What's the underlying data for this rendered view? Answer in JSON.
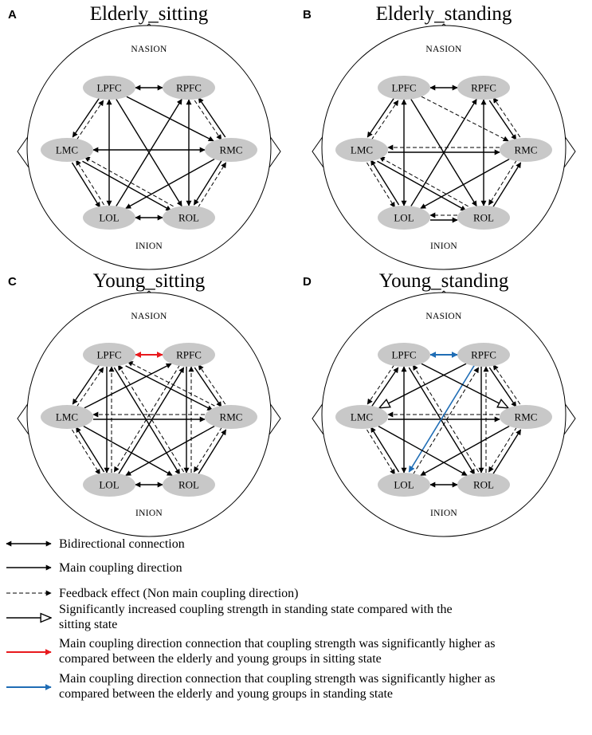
{
  "colors": {
    "node_fill": "#c8c8c8",
    "line": "#000000",
    "red": "#e8191d",
    "blue": "#1f6db5"
  },
  "head_labels": {
    "top": "NASION",
    "bottom": "INION"
  },
  "nodes": [
    "LPFC",
    "RPFC",
    "LMC",
    "RMC",
    "LOL",
    "ROL"
  ],
  "panels": [
    {
      "letter": "A",
      "title": "Elderly_sitting",
      "connections": [
        {
          "from": "LPFC",
          "to": "RPFC",
          "type": "bidirectional"
        },
        {
          "from": "LOL",
          "to": "ROL",
          "type": "bidirectional"
        },
        {
          "from": "LMC",
          "to": "RMC",
          "type": "bidirectional"
        },
        {
          "from": "LPFC",
          "to": "LOL",
          "type": "bidirectional"
        },
        {
          "from": "RPFC",
          "to": "ROL",
          "type": "bidirectional"
        },
        {
          "from": "LPFC",
          "to": "LMC",
          "type": "main"
        },
        {
          "from": "LMC",
          "to": "LPFC",
          "type": "feedback"
        },
        {
          "from": "RMC",
          "to": "RPFC",
          "type": "main"
        },
        {
          "from": "RPFC",
          "to": "RMC",
          "type": "feedback"
        },
        {
          "from": "LMC",
          "to": "LOL",
          "type": "main"
        },
        {
          "from": "LOL",
          "to": "LMC",
          "type": "feedback"
        },
        {
          "from": "RMC",
          "to": "ROL",
          "type": "main"
        },
        {
          "from": "ROL",
          "to": "RMC",
          "type": "feedback"
        },
        {
          "from": "LPFC",
          "to": "ROL",
          "type": "main"
        },
        {
          "from": "LOL",
          "to": "RPFC",
          "type": "main"
        },
        {
          "from": "LPFC",
          "to": "RMC",
          "type": "main"
        },
        {
          "from": "LMC",
          "to": "ROL",
          "type": "main"
        },
        {
          "from": "RMC",
          "to": "LOL",
          "type": "main"
        },
        {
          "from": "ROL",
          "to": "LMC",
          "type": "feedback"
        }
      ]
    },
    {
      "letter": "B",
      "title": "Elderly_standing",
      "connections": [
        {
          "from": "LPFC",
          "to": "RPFC",
          "type": "bidirectional"
        },
        {
          "from": "LMC",
          "to": "RMC",
          "type": "main"
        },
        {
          "from": "RMC",
          "to": "LMC",
          "type": "feedback"
        },
        {
          "from": "LOL",
          "to": "ROL",
          "type": "main"
        },
        {
          "from": "ROL",
          "to": "LOL",
          "type": "feedback"
        },
        {
          "from": "LPFC",
          "to": "LOL",
          "type": "bidirectional"
        },
        {
          "from": "RPFC",
          "to": "ROL",
          "type": "bidirectional"
        },
        {
          "from": "LPFC",
          "to": "LMC",
          "type": "main"
        },
        {
          "from": "LMC",
          "to": "LPFC",
          "type": "feedback"
        },
        {
          "from": "RPFC",
          "to": "RMC",
          "type": "main"
        },
        {
          "from": "RMC",
          "to": "RPFC",
          "type": "feedback"
        },
        {
          "from": "LOL",
          "to": "LMC",
          "type": "main"
        },
        {
          "from": "LMC",
          "to": "LOL",
          "type": "feedback"
        },
        {
          "from": "ROL",
          "to": "RMC",
          "type": "main"
        },
        {
          "from": "RMC",
          "to": "ROL",
          "type": "feedback"
        },
        {
          "from": "LPFC",
          "to": "ROL",
          "type": "main"
        },
        {
          "from": "LOL",
          "to": "RPFC",
          "type": "main"
        },
        {
          "from": "LPFC",
          "to": "RMC",
          "type": "feedback"
        },
        {
          "from": "LMC",
          "to": "ROL",
          "type": "main"
        },
        {
          "from": "ROL",
          "to": "LMC",
          "type": "feedback"
        },
        {
          "from": "RMC",
          "to": "LOL",
          "type": "main"
        }
      ]
    },
    {
      "letter": "C",
      "title": "Young_sitting",
      "connections": [
        {
          "from": "LPFC",
          "to": "RPFC",
          "type": "bidirectional-red"
        },
        {
          "from": "LOL",
          "to": "ROL",
          "type": "bidirectional"
        },
        {
          "from": "LMC",
          "to": "RMC",
          "type": "main"
        },
        {
          "from": "RMC",
          "to": "LMC",
          "type": "feedback"
        },
        {
          "from": "LPFC",
          "to": "LOL",
          "type": "main"
        },
        {
          "from": "LOL",
          "to": "LPFC",
          "type": "feedback"
        },
        {
          "from": "RPFC",
          "to": "ROL",
          "type": "main"
        },
        {
          "from": "ROL",
          "to": "RPFC",
          "type": "feedback"
        },
        {
          "from": "LPFC",
          "to": "LMC",
          "type": "main"
        },
        {
          "from": "LMC",
          "to": "LPFC",
          "type": "feedback"
        },
        {
          "from": "RPFC",
          "to": "RMC",
          "type": "main"
        },
        {
          "from": "RMC",
          "to": "RPFC",
          "type": "feedback"
        },
        {
          "from": "LOL",
          "to": "LMC",
          "type": "main"
        },
        {
          "from": "LMC",
          "to": "LOL",
          "type": "feedback"
        },
        {
          "from": "ROL",
          "to": "RMC",
          "type": "main"
        },
        {
          "from": "RMC",
          "to": "ROL",
          "type": "feedback"
        },
        {
          "from": "LPFC",
          "to": "ROL",
          "type": "main"
        },
        {
          "from": "ROL",
          "to": "LPFC",
          "type": "feedback"
        },
        {
          "from": "LOL",
          "to": "RPFC",
          "type": "main"
        },
        {
          "from": "RPFC",
          "to": "LOL",
          "type": "feedback"
        },
        {
          "from": "LPFC",
          "to": "RMC",
          "type": "main"
        },
        {
          "from": "RMC",
          "to": "LPFC",
          "type": "feedback"
        },
        {
          "from": "LMC",
          "to": "RPFC",
          "type": "main"
        },
        {
          "from": "LMC",
          "to": "ROL",
          "type": "main"
        },
        {
          "from": "RMC",
          "to": "LOL",
          "type": "main"
        }
      ]
    },
    {
      "letter": "D",
      "title": "Young_standing",
      "connections": [
        {
          "from": "LPFC",
          "to": "RPFC",
          "type": "bidirectional-blue"
        },
        {
          "from": "LOL",
          "to": "ROL",
          "type": "bidirectional"
        },
        {
          "from": "LMC",
          "to": "RMC",
          "type": "main"
        },
        {
          "from": "RMC",
          "to": "LMC",
          "type": "feedback"
        },
        {
          "from": "LPFC",
          "to": "LOL",
          "type": "bidirectional"
        },
        {
          "from": "RPFC",
          "to": "ROL",
          "type": "main"
        },
        {
          "from": "ROL",
          "to": "RPFC",
          "type": "feedback"
        },
        {
          "from": "LMC",
          "to": "LPFC",
          "type": "main"
        },
        {
          "from": "LPFC",
          "to": "LMC",
          "type": "feedback"
        },
        {
          "from": "RPFC",
          "to": "RMC",
          "type": "main"
        },
        {
          "from": "RMC",
          "to": "RPFC",
          "type": "feedback"
        },
        {
          "from": "LOL",
          "to": "LMC",
          "type": "main"
        },
        {
          "from": "LMC",
          "to": "LOL",
          "type": "feedback"
        },
        {
          "from": "ROL",
          "to": "RMC",
          "type": "main"
        },
        {
          "from": "RMC",
          "to": "ROL",
          "type": "feedback"
        },
        {
          "from": "LPFC",
          "to": "ROL",
          "type": "main"
        },
        {
          "from": "ROL",
          "to": "LPFC",
          "type": "feedback"
        },
        {
          "from": "RPFC",
          "to": "LOL",
          "type": "main-blue"
        },
        {
          "from": "LOL",
          "to": "RPFC",
          "type": "feedback"
        },
        {
          "from": "LPFC",
          "to": "RMC",
          "type": "increased"
        },
        {
          "from": "RPFC",
          "to": "LMC",
          "type": "increased"
        },
        {
          "from": "LMC",
          "to": "ROL",
          "type": "main"
        },
        {
          "from": "RMC",
          "to": "LOL",
          "type": "main"
        }
      ]
    }
  ],
  "legend": [
    {
      "symbol": "bidirectional",
      "lines": [
        "Bidirectional connection"
      ]
    },
    {
      "symbol": "main",
      "lines": [
        "Main coupling direction"
      ]
    },
    {
      "symbol": "feedback",
      "lines": [
        "Feedback effect (Non main coupling direction)"
      ]
    },
    {
      "symbol": "increased",
      "lines": [
        "Significantly increased coupling strength in standing state compared with the",
        " sitting state"
      ]
    },
    {
      "symbol": "red",
      "lines": [
        "Main coupling direction connection that coupling strength was significantly higher as",
        "compared between the elderly and young groups in sitting state"
      ]
    },
    {
      "symbol": "blue",
      "lines": [
        "Main coupling direction connection that coupling strength was significantly higher as",
        "compared between the elderly and young groups in standing state"
      ]
    }
  ]
}
